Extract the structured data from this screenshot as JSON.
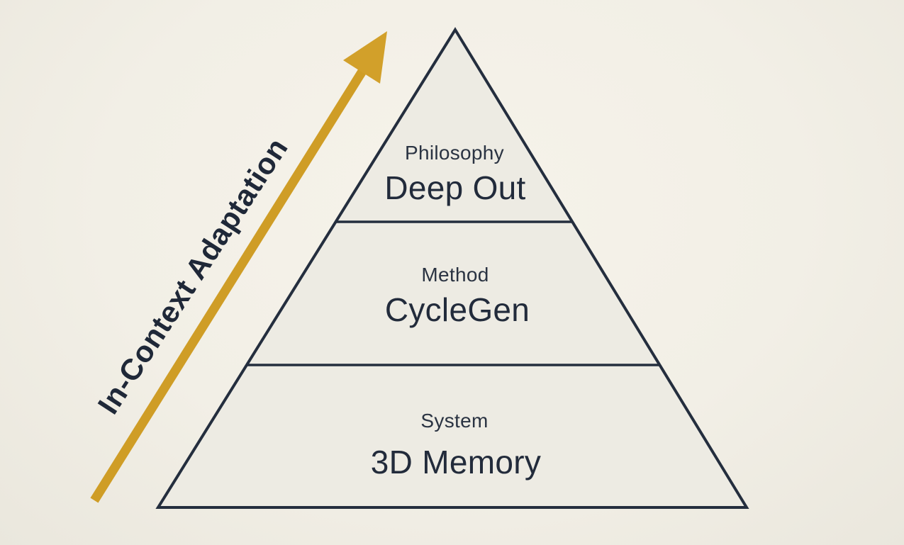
{
  "figure": {
    "type": "pyramid-diagram",
    "arrow_label": "In-Context Adaptation",
    "tiers": [
      {
        "category": "Philosophy",
        "name": "Deep Out"
      },
      {
        "category": "Method",
        "name": "CycleGen"
      },
      {
        "category": "System",
        "name": "3D Memory"
      }
    ]
  },
  "colors": {
    "background": "#f2efe6",
    "pyramid_fill": "#edebe3",
    "outline_navy": "#242e3e",
    "text_navy": "#222b3b",
    "arrow_gold": "#cf9d26"
  }
}
